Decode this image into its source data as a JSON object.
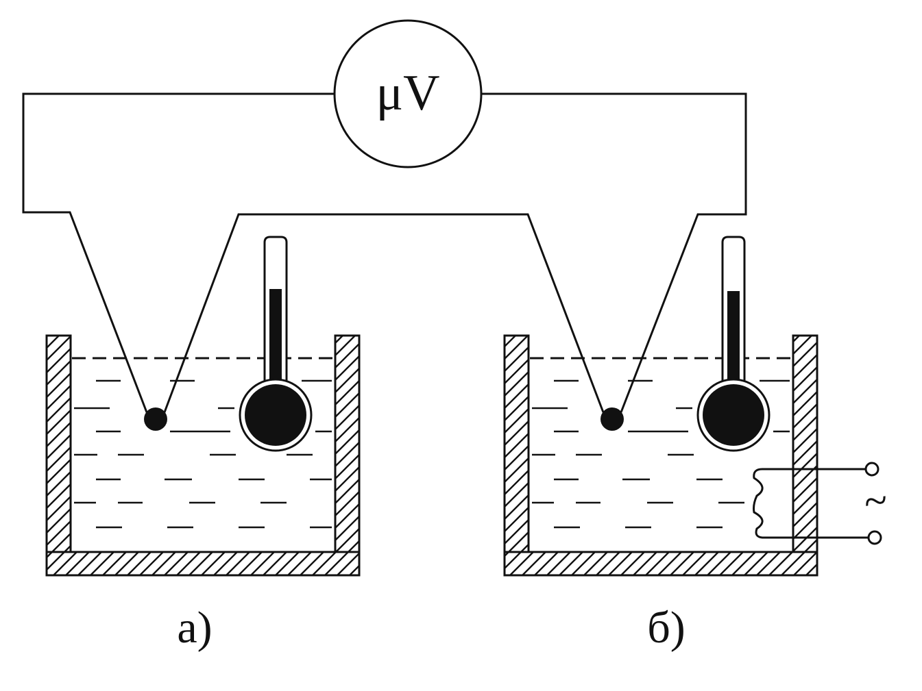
{
  "diagram": {
    "meter_label": "μV",
    "heater_symbol": "~",
    "vessel_a_label": "а)",
    "vessel_b_label": "б)"
  },
  "colors": {
    "ink": "#111111",
    "background": "#ffffff"
  }
}
